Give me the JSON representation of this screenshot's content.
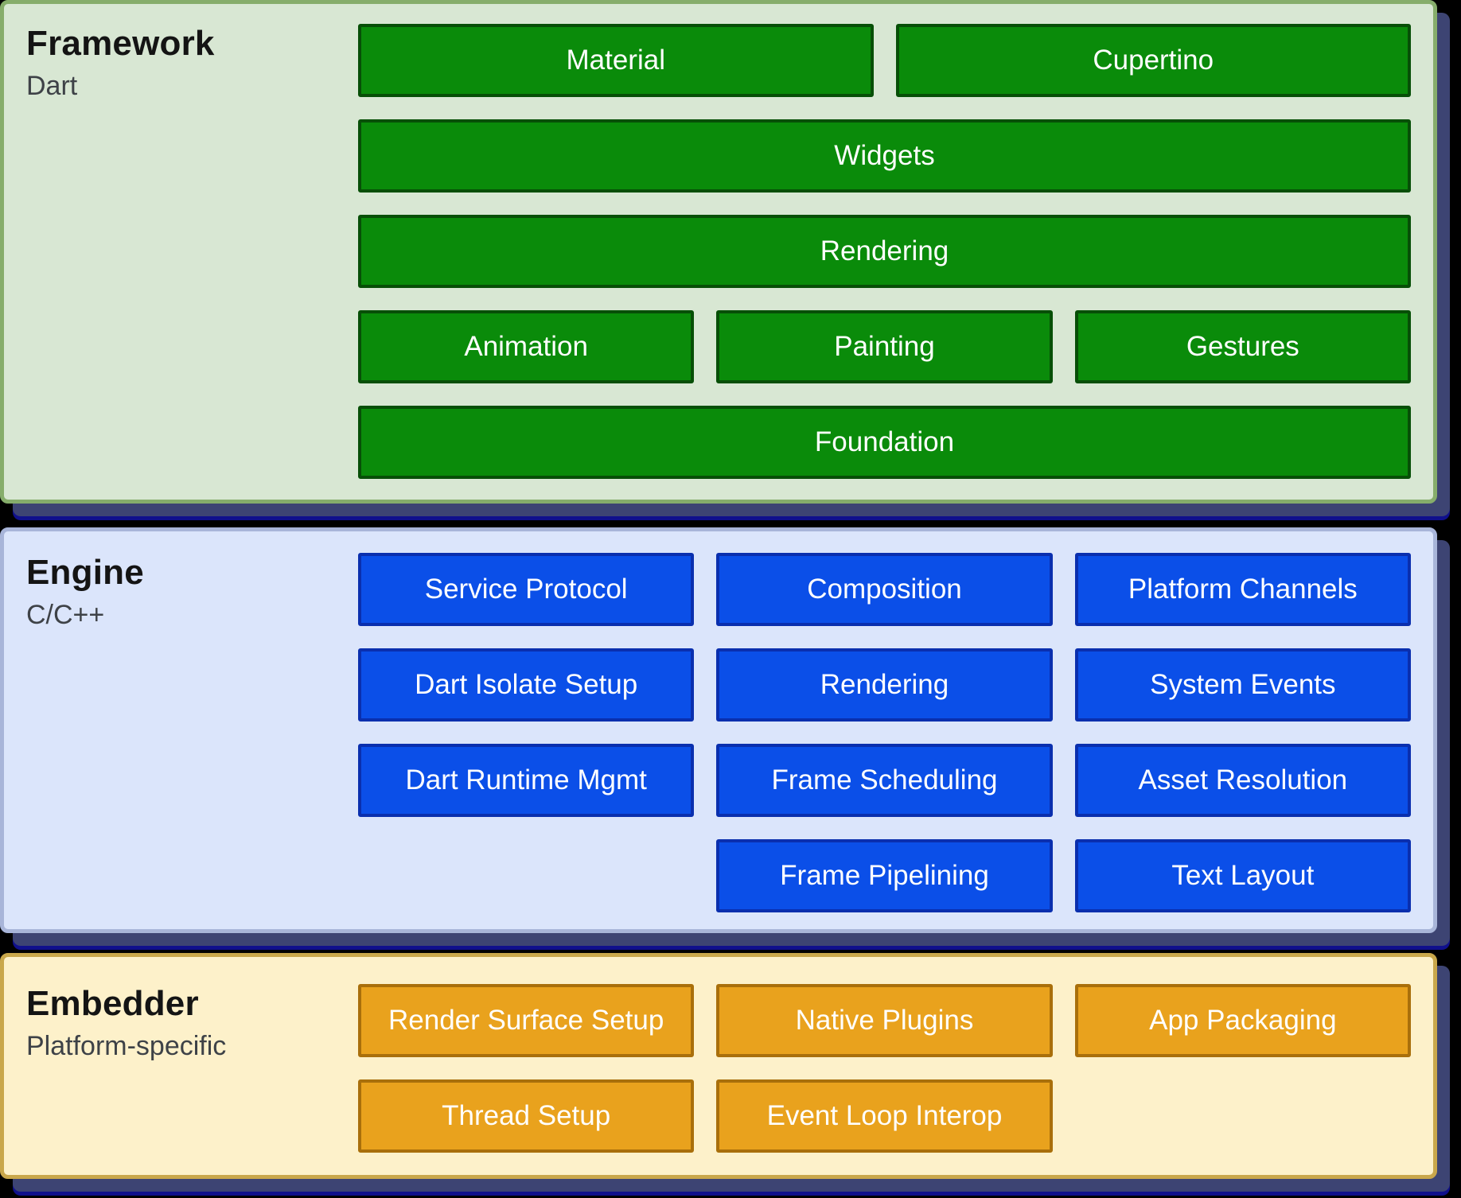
{
  "page": {
    "background": "#000000",
    "shadow_color": "#3d4473",
    "shadow_edge_color": "#10108c"
  },
  "sections": [
    {
      "id": "framework",
      "title": "Framework",
      "subtitle": "Dart",
      "colors": {
        "background": "#d8e7d3",
        "border": "#86ad6b",
        "box_background": "#0a8b0a",
        "box_border": "#074f07",
        "box_text": "#ffffff"
      },
      "rows": [
        {
          "boxes": [
            {
              "label": "Material"
            },
            {
              "label": "Cupertino"
            }
          ]
        },
        {
          "boxes": [
            {
              "label": "Widgets"
            }
          ]
        },
        {
          "boxes": [
            {
              "label": "Rendering"
            }
          ]
        },
        {
          "boxes": [
            {
              "label": "Animation"
            },
            {
              "label": "Painting"
            },
            {
              "label": "Gestures"
            }
          ]
        },
        {
          "boxes": [
            {
              "label": "Foundation"
            }
          ]
        }
      ]
    },
    {
      "id": "engine",
      "title": "Engine",
      "subtitle": "C/C++",
      "colors": {
        "background": "#dbe5fb",
        "border": "#a8b5d9",
        "box_background": "#0b4fe8",
        "box_border": "#0a2fae",
        "box_text": "#ffffff"
      },
      "rows": [
        {
          "boxes": [
            {
              "label": "Service Protocol"
            },
            {
              "label": "Composition"
            },
            {
              "label": "Platform Channels"
            }
          ]
        },
        {
          "boxes": [
            {
              "label": "Dart Isolate Setup"
            },
            {
              "label": "Rendering"
            },
            {
              "label": "System Events"
            }
          ]
        },
        {
          "boxes": [
            {
              "label": "Dart Runtime Mgmt"
            },
            {
              "label": "Frame Scheduling"
            },
            {
              "label": "Asset Resolution"
            }
          ]
        },
        {
          "boxes": [
            {
              "empty": true
            },
            {
              "label": "Frame Pipelining"
            },
            {
              "label": "Text Layout"
            }
          ]
        }
      ]
    },
    {
      "id": "embedder",
      "title": "Embedder",
      "subtitle": "Platform-specific",
      "colors": {
        "background": "#fdf1ca",
        "border": "#c9a74b",
        "box_background": "#e9a21d",
        "box_border": "#a96f0b",
        "box_text": "#ffffff"
      },
      "rows": [
        {
          "boxes": [
            {
              "label": "Render Surface Setup"
            },
            {
              "label": "Native Plugins"
            },
            {
              "label": "App Packaging"
            }
          ]
        },
        {
          "boxes": [
            {
              "label": "Thread Setup"
            },
            {
              "label": "Event Loop Interop"
            },
            {
              "empty": true
            }
          ]
        }
      ]
    }
  ]
}
